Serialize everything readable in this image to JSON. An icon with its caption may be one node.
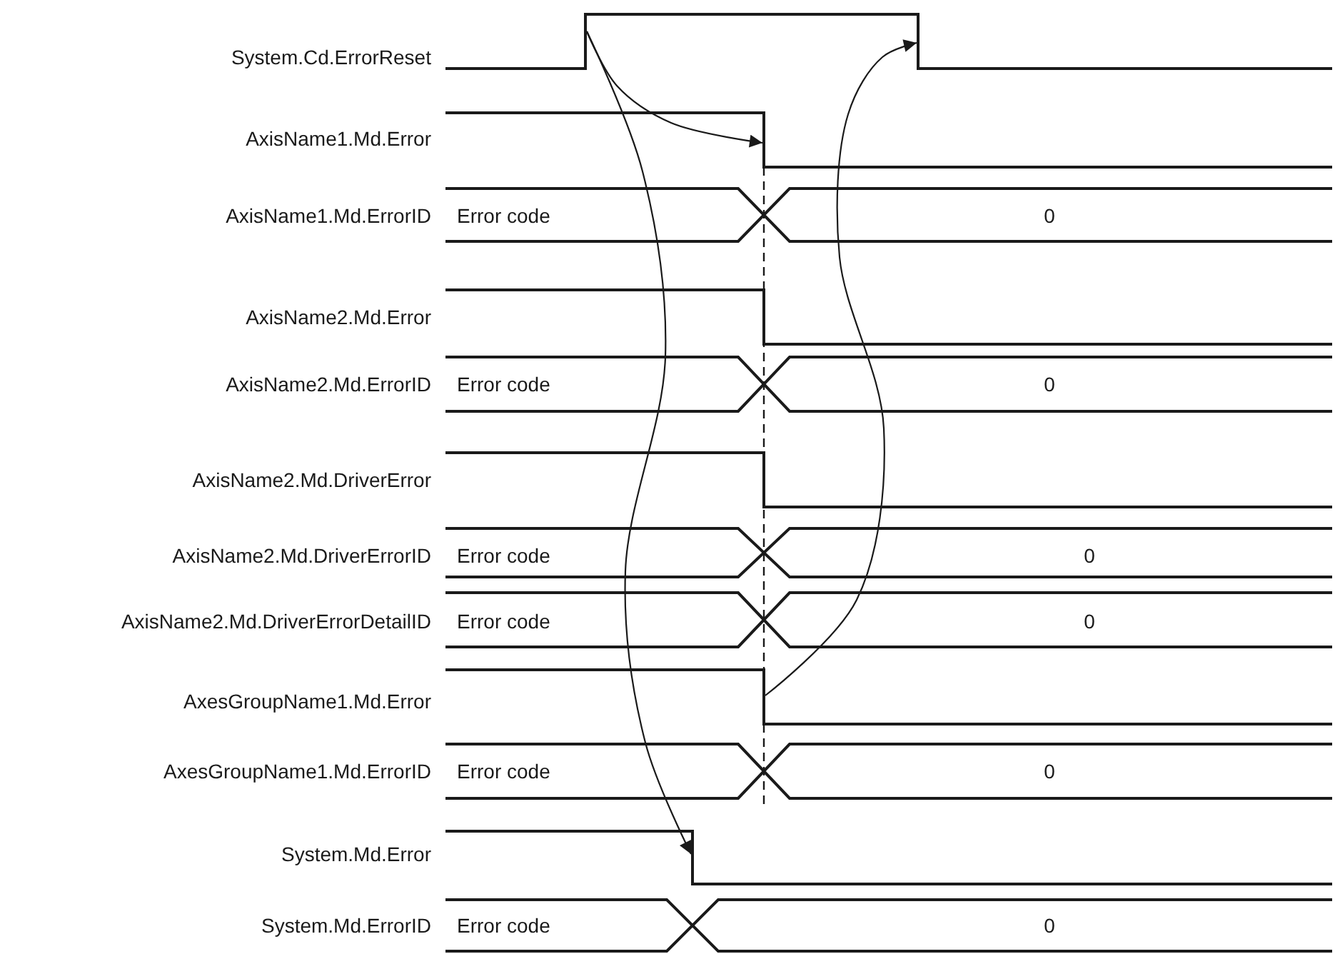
{
  "diagram": {
    "nodes": [
      {
        "text": [],
        "shape": "bar"
      },
      {
        "text": [],
        "shape": "bar"
      },
      {
        "text": [],
        "shape": "bar"
      },
      {
        "text": [],
        "shape": "bar"
      },
      {
        "text": [],
        "shape": "bar"
      }
    ],
    "edges": [
      {
        "from": 0,
        "to": 1,
        "arrow": "to"
      },
      {
        "from": 0,
        "to": 2,
        "arrow": "to"
      },
      {
        "from": 3,
        "to": 4,
        "arrow": "to"
      }
    ],
    "labels": [
      "System.Cd.ErrorReset",
      "AxisName1.Md.Error",
      "AxisName1.Md.ErrorID",
      "Error code",
      "0",
      "AxisName2.Md.Error",
      "AxisName2.Md.ErrorID",
      "Error code",
      "0",
      "AxisName2.Md.DriverError",
      "AxisName2.Md.DriverErrorID",
      "Error code",
      "0",
      "AxisName2.Md.DriverErrorDetailID",
      "Error code",
      "0",
      "AxesGroupName1.Md.Error",
      "AxesGroupName1.Md.ErrorID",
      "Error code",
      "0",
      "System.Md.Error",
      "System.Md.ErrorID",
      "Error code",
      "0"
    ]
  }
}
